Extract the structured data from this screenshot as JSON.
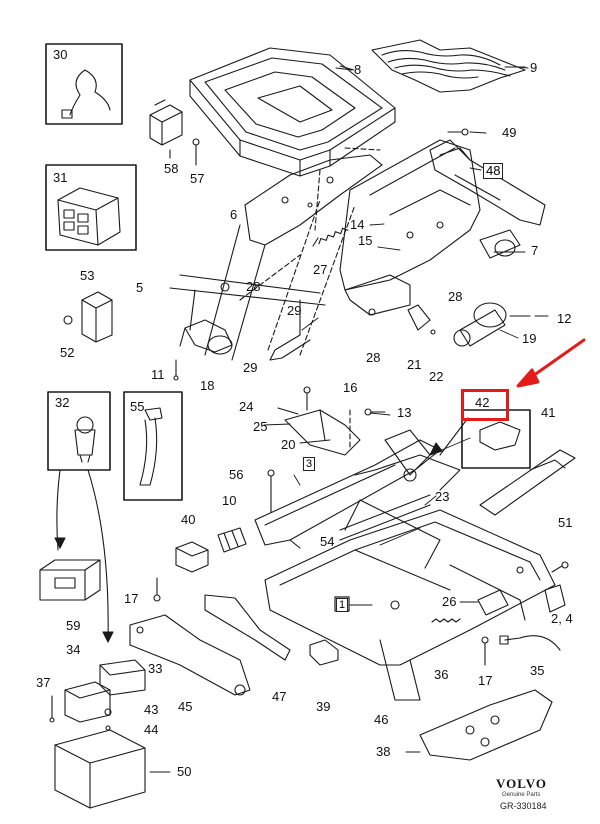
{
  "diagram": {
    "part_labels": {
      "p30": "30",
      "p8": "8",
      "p9": "9",
      "p58": "58",
      "p57": "57",
      "p49": "49",
      "p48": "48",
      "p31": "31",
      "p6": "6",
      "p14": "14",
      "p15": "15",
      "p7": "7",
      "p27": "27",
      "p53": "53",
      "p5": "5",
      "p28a": "28",
      "p28b": "28",
      "p29a": "29",
      "p12": "12",
      "p52": "52",
      "p19": "19",
      "p28c": "28",
      "p21": "21",
      "p22": "22",
      "p11": "11",
      "p18": "18",
      "p29b": "29",
      "p32": "32",
      "p55": "55",
      "p16": "16",
      "p42": "42",
      "p41": "41",
      "p24": "24",
      "p13": "13",
      "p25": "25",
      "p20": "20",
      "p56": "56",
      "p3": "3",
      "p10": "10",
      "p23": "23",
      "p40": "40",
      "p54": "54",
      "p51": "51",
      "p17a": "17",
      "p1": "1",
      "p26": "26",
      "p24b": "2, 4",
      "p59": "59",
      "p34": "34",
      "p33": "33",
      "p36": "36",
      "p35": "35",
      "p37": "37",
      "p45": "45",
      "p47": "47",
      "p39": "39",
      "p46": "46",
      "p17b": "17",
      "p43": "43",
      "p44": "44",
      "p38": "38",
      "p50": "50"
    },
    "brand": "VOLVO",
    "brand_sub": "Genuine Parts",
    "drawing_code": "GR-330184",
    "highlight_color": "#e31b1b",
    "line_color": "#1a1a1a"
  }
}
